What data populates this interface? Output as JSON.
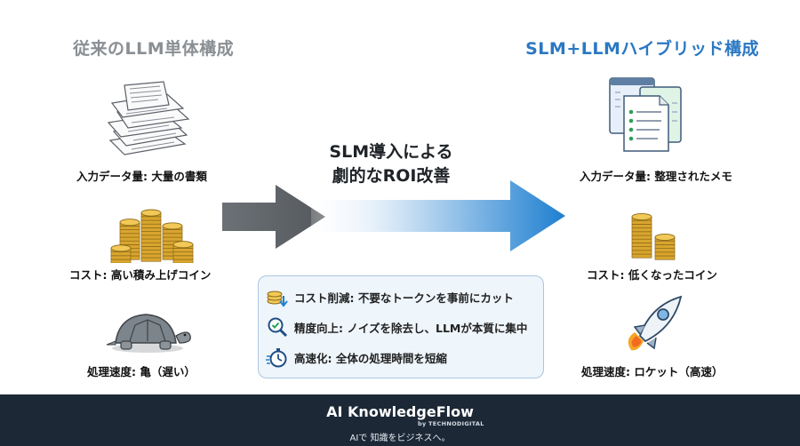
{
  "left_title": "従来のLLM単体構成",
  "right_title": "SLM+LLMハイブリッド構成",
  "left": {
    "input_label": "入力データ量: 大量の書類",
    "cost_label": "コスト: 高い積み上げコイン",
    "speed_label": "処理速度: 亀（遅い）"
  },
  "right": {
    "input_label": "入力データ量: 整理されたメモ",
    "cost_label": "コスト: 低くなったコイン",
    "speed_label": "処理速度: ロケット（高速）"
  },
  "center": {
    "line1": "SLM導入による",
    "line2": "劇的なROI改善"
  },
  "benefits": [
    {
      "icon": "coin-down-icon",
      "text": "コスト削減: 不要なトークンを事前にカット"
    },
    {
      "icon": "magnifier-check-icon",
      "text": "精度向上: ノイズを除去し、LLMが本質に集中"
    },
    {
      "icon": "stopwatch-icon",
      "text": "高速化: 全体の処理時間を短縮"
    }
  ],
  "footer": {
    "brand": "AI KnowledgeFlow",
    "brand_sub": "by TECHNODIGITAL",
    "tagline": "AIで 知識をビジネスへ。"
  },
  "colors": {
    "left_title": "#8a8f94",
    "right_title": "#2b78c2",
    "arrow_gray": "#6e7378",
    "arrow_blue": "#1f7fd0",
    "footer_bg": "#1c2836",
    "coin": "#e3b23c"
  }
}
